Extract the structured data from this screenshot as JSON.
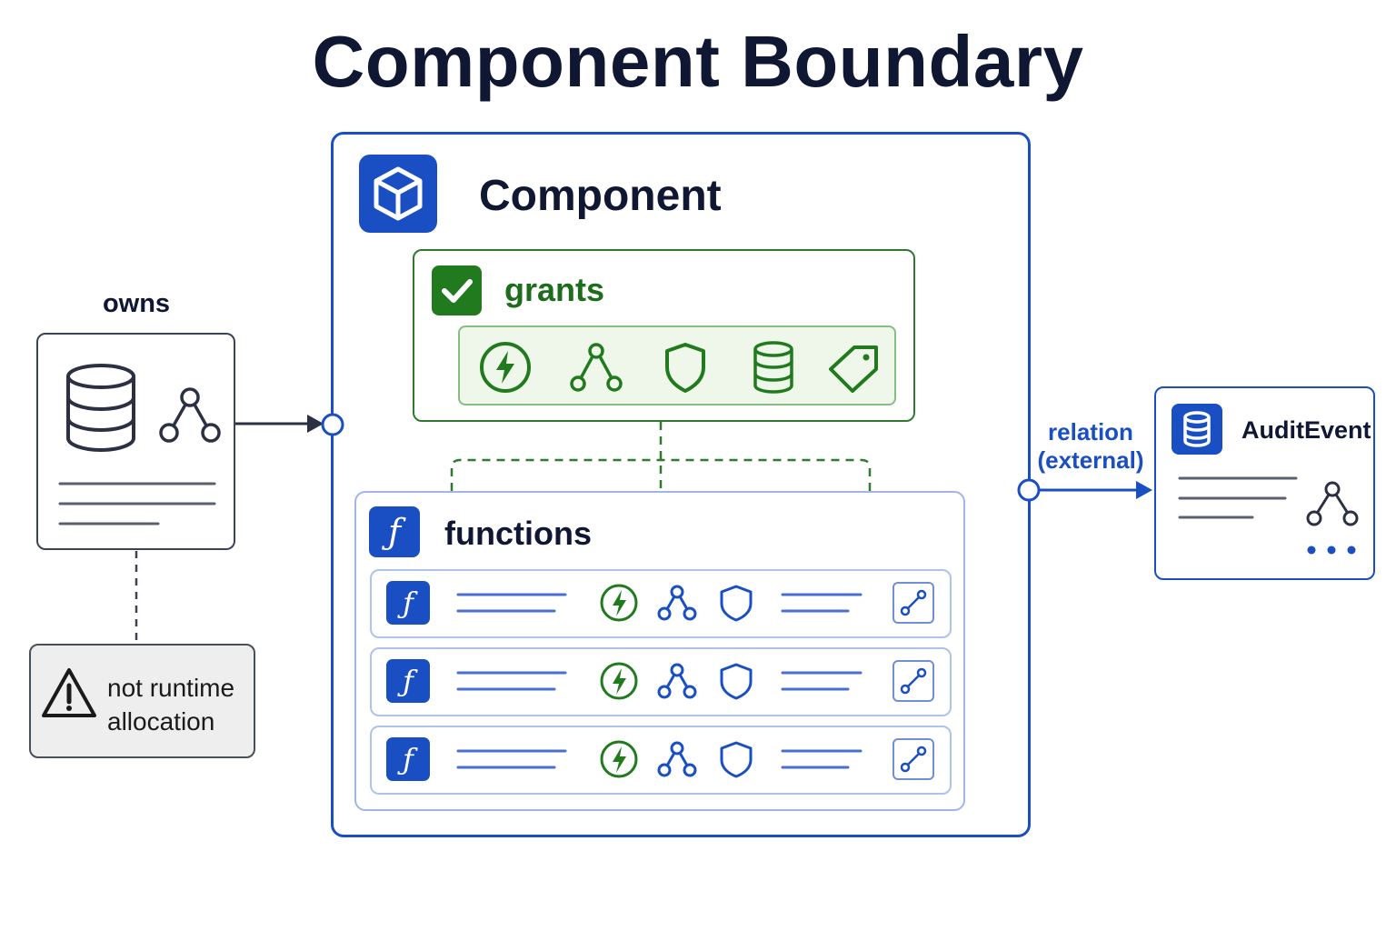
{
  "title": "Component Boundary",
  "component": {
    "title": "Component",
    "icon": "cube-icon",
    "grants": {
      "title": "grants",
      "icon": "check-icon",
      "icons": [
        "lightning-icon",
        "graph-icon",
        "shield-icon",
        "database-icon",
        "tag-icon"
      ]
    },
    "functions": {
      "title": "functions",
      "glyph": "ƒ",
      "rows": [
        {
          "glyph": "ƒ",
          "icons": [
            "lightning-icon",
            "graph-icon",
            "shield-icon",
            "link-icon"
          ]
        },
        {
          "glyph": "ƒ",
          "icons": [
            "lightning-icon",
            "graph-icon",
            "shield-icon",
            "link-icon"
          ]
        },
        {
          "glyph": "ƒ",
          "icons": [
            "lightning-icon",
            "graph-icon",
            "shield-icon",
            "link-icon"
          ]
        }
      ]
    }
  },
  "owns": {
    "label": "owns",
    "icons": [
      "database-icon",
      "graph-icon"
    ]
  },
  "warning": {
    "icon": "warning-icon",
    "line1": "not runtime",
    "line2": "allocation"
  },
  "relation": {
    "line1": "relation",
    "line2": "(external)"
  },
  "audit": {
    "title": "AuditEvent",
    "icon": "database-icon"
  },
  "colors": {
    "navy": "#0f1733",
    "blue": "#1a4fc4",
    "green": "#217a1e",
    "gray": "#3c4356"
  }
}
